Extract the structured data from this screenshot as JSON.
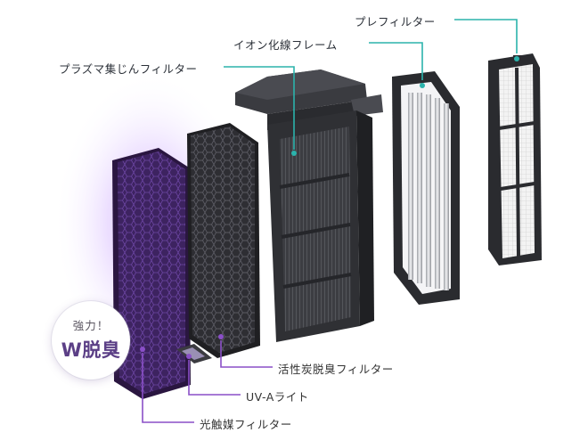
{
  "labels": {
    "pre_filter": "プレフィルター",
    "ion_frame": "イオン化線フレーム",
    "plasma_filter": "プラズマ集じんフィルター",
    "activated_carbon_filter": "活性炭脱臭フィルター",
    "uva_light": "UV-Aライト",
    "photocatalyst_filter": "光触媒フィルター"
  },
  "badge": {
    "line1": "強力！",
    "line2": "W脱臭"
  },
  "colors": {
    "leader_teal": "#2bb3ac",
    "leader_purple": "#8a4fc7",
    "photocatalyst": "#4a2b6e",
    "carbon": "#3a3a3e",
    "unit_body": "#2a2b2e",
    "glow": "#a070ff"
  }
}
